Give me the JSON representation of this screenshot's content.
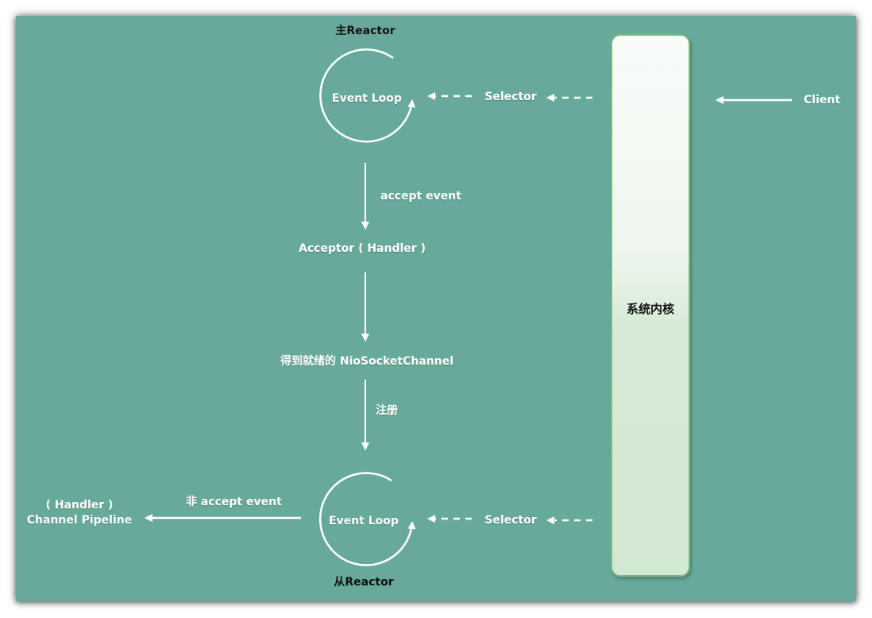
{
  "main_reactor": {
    "title": "主Reactor",
    "loop_label": "Event Loop",
    "selector_label": "Selector"
  },
  "sub_reactor": {
    "title": "从Reactor",
    "loop_label": "Event Loop",
    "selector_label": "Selector"
  },
  "client_label": "Client",
  "accept_event_label": "accept event",
  "acceptor_label": "Acceptor ( Handler )",
  "channel_ready_label": "得到就绪的 NioSocketChannel",
  "register_label": "注册",
  "non_accept_label": "非 accept event",
  "pipeline_label_line1": "( Handler )",
  "pipeline_label_line2": "Channel Pipeline",
  "kernel_label": "系统内核",
  "colors": {
    "background": "#67aa9c",
    "arrow": "#ffffff",
    "kernel_border": "#7fb87f"
  }
}
